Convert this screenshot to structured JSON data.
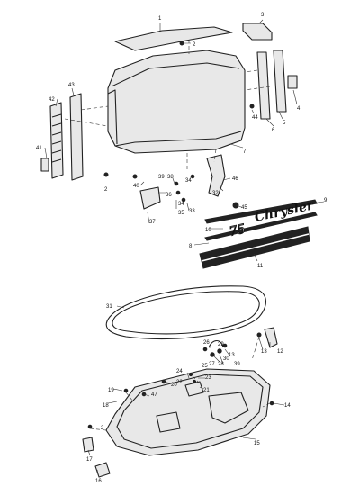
{
  "callouts": {
    "c1": "1",
    "c2": "2",
    "c3": "3",
    "c4": "4",
    "c5": "5",
    "c6": "6",
    "c7": "7",
    "c8": "8",
    "c9": "9",
    "c10": "10",
    "c11": "11",
    "c12": "12",
    "c13": "13",
    "c14": "14",
    "c15": "15",
    "c16": "16",
    "c17": "17",
    "c18": "18",
    "c19": "19",
    "c20": "20",
    "c21": "21",
    "c22": "22",
    "c23": "23",
    "c24": "24",
    "c25": "25",
    "c26": "26",
    "c27": "27",
    "c28": "28",
    "c29": "29",
    "c30": "30",
    "c31": "31",
    "c32": "32",
    "c33": "33",
    "c34": "34",
    "c35": "35",
    "c36": "36",
    "c37": "37",
    "c38": "38",
    "c39": "39",
    "c40": "40",
    "c41": "41",
    "c42": "42",
    "c43": "43",
    "c44": "44",
    "c45": "45",
    "c46": "46",
    "c47": "47"
  },
  "decals": {
    "brand": "Chrysler",
    "horsepower": "75"
  }
}
